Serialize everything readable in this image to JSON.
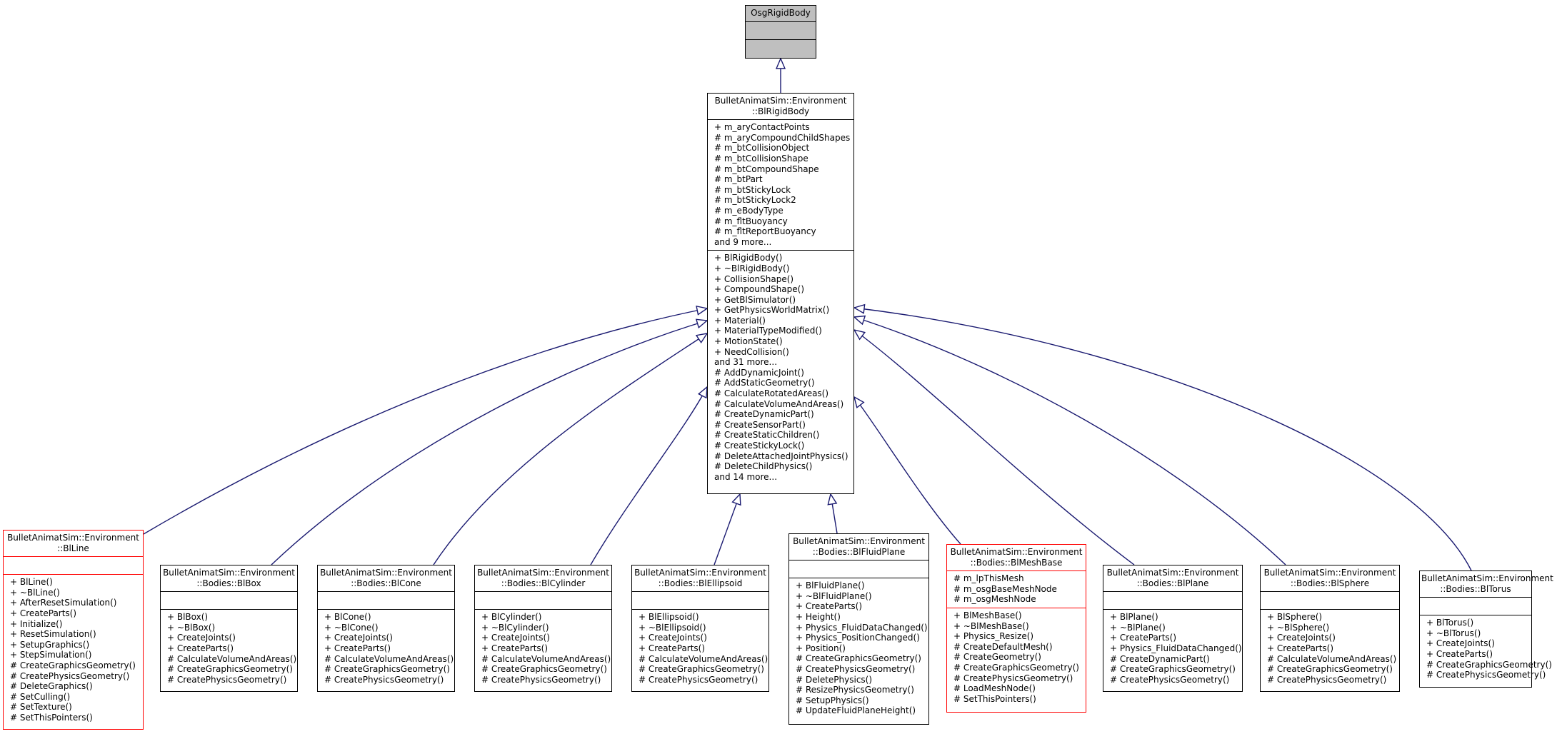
{
  "colors": {
    "edge": "#191970",
    "border": "#000000",
    "highlight": "#ff0000",
    "root_fill": "#bfbfbf"
  },
  "nodes": [
    {
      "id": "osg",
      "title": [
        "OsgRigidBody"
      ],
      "attrs": [],
      "methods": [],
      "gray": true,
      "red": false
    },
    {
      "id": "blrigid",
      "title": [
        "BulletAnimatSim::Environment",
        "::BlRigidBody"
      ],
      "attrs": [
        "+ m_aryContactPoints",
        "# m_aryCompoundChildShapes",
        "# m_btCollisionObject",
        "# m_btCollisionShape",
        "# m_btCompoundShape",
        "# m_btPart",
        "# m_btStickyLock",
        "# m_btStickyLock2",
        "# m_eBodyType",
        "# m_fltBuoyancy",
        "# m_fltReportBuoyancy",
        "and 9 more..."
      ],
      "methods": [
        "+ BlRigidBody()",
        "+ ~BlRigidBody()",
        "+ CollisionShape()",
        "+ CompoundShape()",
        "+ GetBlSimulator()",
        "+ GetPhysicsWorldMatrix()",
        "+ Material()",
        "+ MaterialTypeModified()",
        "+ MotionState()",
        "+ NeedCollision()",
        "and 31 more...",
        "# AddDynamicJoint()",
        "# AddStaticGeometry()",
        "# CalculateRotatedAreas()",
        "# CalculateVolumeAndAreas()",
        "# CreateDynamicPart()",
        "# CreateSensorPart()",
        "# CreateStaticChildren()",
        "# CreateStickyLock()",
        "# DeleteAttachedJointPhysics()",
        "# DeleteChildPhysics()",
        "and 14 more..."
      ],
      "gray": false,
      "red": false
    },
    {
      "id": "blline",
      "title": [
        "BulletAnimatSim::Environment",
        "::BlLine"
      ],
      "attrs": [],
      "methods": [
        "+ BlLine()",
        "+ ~BlLine()",
        "+ AfterResetSimulation()",
        "+ CreateParts()",
        "+ Initialize()",
        "+ ResetSimulation()",
        "+ SetupGraphics()",
        "+ StepSimulation()",
        "# CreateGraphicsGeometry()",
        "# CreatePhysicsGeometry()",
        "# DeleteGraphics()",
        "# SetCulling()",
        "# SetTexture()",
        "# SetThisPointers()"
      ],
      "gray": false,
      "red": true
    },
    {
      "id": "blbox",
      "title": [
        "BulletAnimatSim::Environment",
        "::Bodies::BlBox"
      ],
      "attrs": [],
      "methods": [
        "+ BlBox()",
        "+ ~BlBox()",
        "+ CreateJoints()",
        "+ CreateParts()",
        "# CalculateVolumeAndAreas()",
        "# CreateGraphicsGeometry()",
        "# CreatePhysicsGeometry()"
      ],
      "gray": false,
      "red": false
    },
    {
      "id": "blcone",
      "title": [
        "BulletAnimatSim::Environment",
        "::Bodies::BlCone"
      ],
      "attrs": [],
      "methods": [
        "+ BlCone()",
        "+ ~BlCone()",
        "+ CreateJoints()",
        "+ CreateParts()",
        "# CalculateVolumeAndAreas()",
        "# CreateGraphicsGeometry()",
        "# CreatePhysicsGeometry()"
      ],
      "gray": false,
      "red": false
    },
    {
      "id": "blcyl",
      "title": [
        "BulletAnimatSim::Environment",
        "::Bodies::BlCylinder"
      ],
      "attrs": [],
      "methods": [
        "+ BlCylinder()",
        "+ ~BlCylinder()",
        "+ CreateJoints()",
        "+ CreateParts()",
        "# CalculateVolumeAndAreas()",
        "# CreateGraphicsGeometry()",
        "# CreatePhysicsGeometry()"
      ],
      "gray": false,
      "red": false
    },
    {
      "id": "blell",
      "title": [
        "BulletAnimatSim::Environment",
        "::Bodies::BlEllipsoid"
      ],
      "attrs": [],
      "methods": [
        "+ BlEllipsoid()",
        "+ ~BlEllipsoid()",
        "+ CreateJoints()",
        "+ CreateParts()",
        "# CalculateVolumeAndAreas()",
        "# CreateGraphicsGeometry()",
        "# CreatePhysicsGeometry()"
      ],
      "gray": false,
      "red": false
    },
    {
      "id": "blfluid",
      "title": [
        "BulletAnimatSim::Environment",
        "::Bodies::BlFluidPlane"
      ],
      "attrs": [],
      "methods": [
        "+ BlFluidPlane()",
        "+ ~BlFluidPlane()",
        "+ CreateParts()",
        "+ Height()",
        "+ Physics_FluidDataChanged()",
        "+ Physics_PositionChanged()",
        "+ Position()",
        "# CreateGraphicsGeometry()",
        "# CreatePhysicsGeometry()",
        "# DeletePhysics()",
        "# ResizePhysicsGeometry()",
        "# SetupPhysics()",
        "# UpdateFluidPlaneHeight()"
      ],
      "gray": false,
      "red": false
    },
    {
      "id": "blmesh",
      "title": [
        "BulletAnimatSim::Environment",
        "::Bodies::BlMeshBase"
      ],
      "attrs": [
        "# m_lpThisMesh",
        "# m_osgBaseMeshNode",
        "# m_osgMeshNode"
      ],
      "methods": [
        "+ BlMeshBase()",
        "+ ~BlMeshBase()",
        "+ Physics_Resize()",
        "# CreateDefaultMesh()",
        "# CreateGeometry()",
        "# CreateGraphicsGeometry()",
        "# CreatePhysicsGeometry()",
        "# LoadMeshNode()",
        "# SetThisPointers()"
      ],
      "gray": false,
      "red": true
    },
    {
      "id": "blplane",
      "title": [
        "BulletAnimatSim::Environment",
        "::Bodies::BlPlane"
      ],
      "attrs": [],
      "methods": [
        "+ BlPlane()",
        "+ ~BlPlane()",
        "+ CreateParts()",
        "+ Physics_FluidDataChanged()",
        "# CreateDynamicPart()",
        "# CreateGraphicsGeometry()",
        "# CreatePhysicsGeometry()"
      ],
      "gray": false,
      "red": false
    },
    {
      "id": "blsphere",
      "title": [
        "BulletAnimatSim::Environment",
        "::Bodies::BlSphere"
      ],
      "attrs": [],
      "methods": [
        "+ BlSphere()",
        "+ ~BlSphere()",
        "+ CreateJoints()",
        "+ CreateParts()",
        "# CalculateVolumeAndAreas()",
        "# CreateGraphicsGeometry()",
        "# CreatePhysicsGeometry()"
      ],
      "gray": false,
      "red": false
    },
    {
      "id": "bltorus",
      "title": [
        "BulletAnimatSim::Environment",
        "::Bodies::BlTorus"
      ],
      "attrs": [],
      "methods": [
        "+ BlTorus()",
        "+ ~BlTorus()",
        "+ CreateJoints()",
        "+ CreateParts()",
        "# CreateGraphicsGeometry()",
        "# CreatePhysicsGeometry()"
      ],
      "gray": false,
      "red": false
    }
  ],
  "edges": [
    {
      "from": "blrigid",
      "to": "osg"
    },
    {
      "from": "blline",
      "to": "blrigid"
    },
    {
      "from": "blbox",
      "to": "blrigid"
    },
    {
      "from": "blcone",
      "to": "blrigid"
    },
    {
      "from": "blcyl",
      "to": "blrigid"
    },
    {
      "from": "blell",
      "to": "blrigid"
    },
    {
      "from": "blfluid",
      "to": "blrigid"
    },
    {
      "from": "blmesh",
      "to": "blrigid"
    },
    {
      "from": "blplane",
      "to": "blrigid"
    },
    {
      "from": "blsphere",
      "to": "blrigid"
    },
    {
      "from": "bltorus",
      "to": "blrigid"
    }
  ]
}
